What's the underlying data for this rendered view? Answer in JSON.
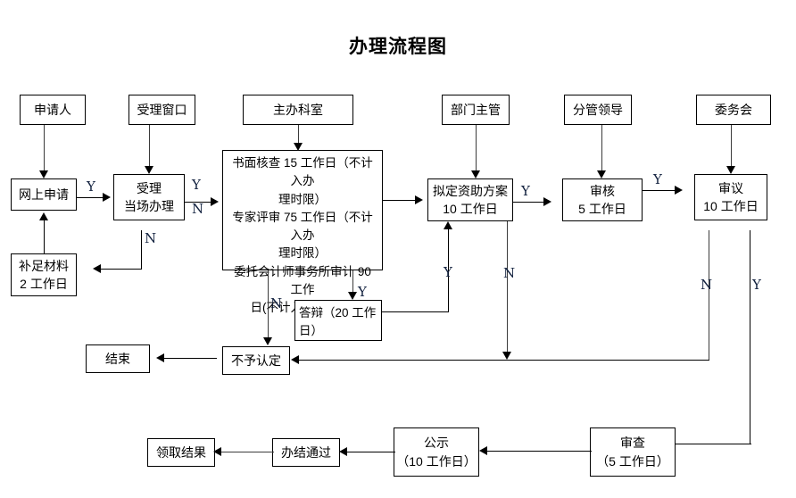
{
  "title": "办理流程图",
  "nodes": {
    "applicant": "申请人",
    "acceptance_window": "受理窗口",
    "host_department": "主办科室",
    "dept_manager": "部门主管",
    "division_leader": "分管领导",
    "committee": "委务会",
    "online_apply": "网上申请",
    "accept_line1": "受理",
    "accept_line2": "当场办理",
    "review_line1": "书面核查 15 工作日（不计入办",
    "review_line2": "理时限）",
    "review_line3": "专家评审 75 工作日（不计入办",
    "review_line4": "理时限）",
    "review_line5": "委托会计师事务所审计 90 工作",
    "review_line6": "日(不计入办理时限)",
    "draft_plan_line1": "拟定资助方案",
    "draft_plan_line2": "10 工作日",
    "verify_line1": "审核",
    "verify_line2": "5 工作日",
    "deliberate_line1": "审议",
    "deliberate_line2": "10 工作日",
    "supplement_line1": "补足材料",
    "supplement_line2": "2 工作日",
    "defense_line1": "答辩（20 工作",
    "defense_line2": "日）",
    "not_recognized": "不予认定",
    "end": "结束",
    "get_result": "领取结果",
    "completed": "办结通过",
    "publicity_line1": "公示",
    "publicity_line2": "（10 工作日）",
    "examine_line1": "审查",
    "examine_line2": "（5 工作日）"
  },
  "edge_labels": {
    "y1": "Y",
    "y2": "Y",
    "n1": "N",
    "n2": "N",
    "y3": "Y",
    "n3": "N",
    "y4": "Y",
    "n4": "N",
    "y5": "Y",
    "n5": "N",
    "y6": "Y"
  },
  "colors": {
    "line": "#000000",
    "label": "#12213f",
    "background": "#ffffff"
  }
}
